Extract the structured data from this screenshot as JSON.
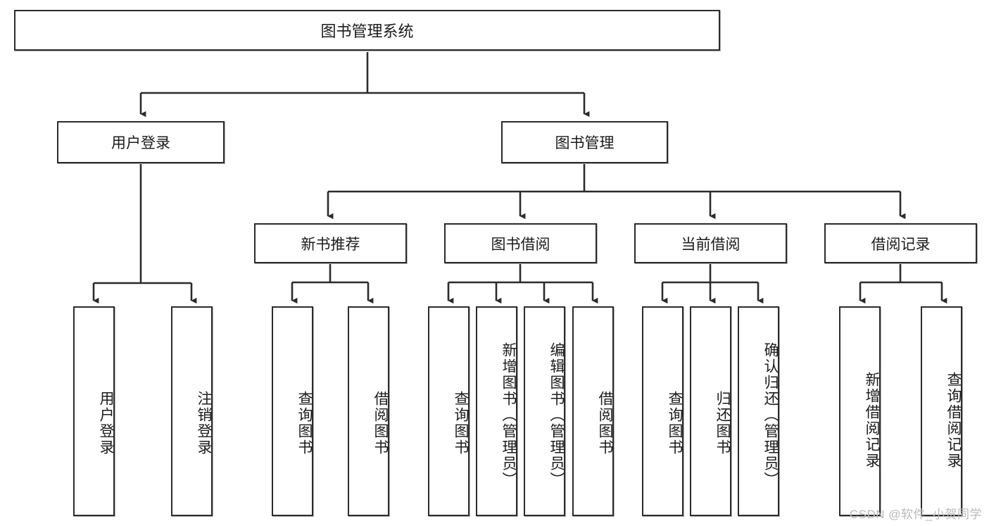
{
  "diagram": {
    "title": "图书管理系统",
    "watermark": "CSDN @软件_小贺同学",
    "colors": {
      "background": "#ffffff",
      "box_border": "#2b2b2b",
      "box_fill": "#ffffff",
      "connector": "#2b2b2b",
      "watermark": "#b9b9b9"
    },
    "root": {
      "label": "图书管理系统"
    },
    "level2": [
      {
        "label": "用户登录"
      },
      {
        "label": "图书管理"
      }
    ],
    "level3": [
      {
        "label": "新书推荐"
      },
      {
        "label": "图书借阅"
      },
      {
        "label": "当前借阅"
      },
      {
        "label": "借阅记录"
      }
    ],
    "leaves": {
      "user_login": [
        {
          "label": "用户登录"
        },
        {
          "label": "注销登录"
        }
      ],
      "new_book_recommend": [
        {
          "label": "查询图书"
        },
        {
          "label": "借阅图书"
        }
      ],
      "book_borrow": [
        {
          "label": "查询图书"
        },
        {
          "label": "新增图书（管理员）"
        },
        {
          "label": "编辑图书（管理员）"
        },
        {
          "label": "借阅图书"
        }
      ],
      "current_borrow": [
        {
          "label": "查询图书"
        },
        {
          "label": "归还图书"
        },
        {
          "label": "确认归还（管理员）"
        }
      ],
      "borrow_record": [
        {
          "label": "新增借阅记录"
        },
        {
          "label": "查询借阅记录"
        }
      ]
    }
  }
}
